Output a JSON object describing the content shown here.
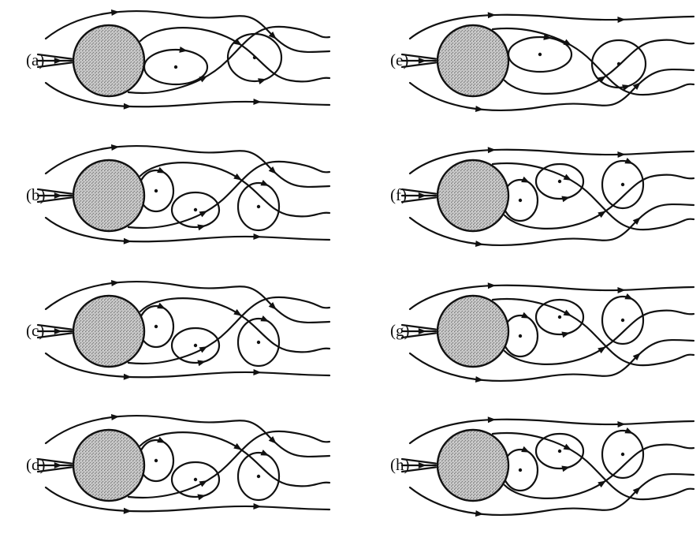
{
  "figure": {
    "colors": {
      "ink": "#111111",
      "cylinder": "#b8b8b8",
      "background": "#ffffff"
    },
    "panels": [
      {
        "label": "(a)",
        "vortices": 2,
        "phase": 1
      },
      {
        "label": "(b)",
        "vortices": 3,
        "phase": 1
      },
      {
        "label": "(c)",
        "vortices": 3,
        "phase": 1
      },
      {
        "label": "(d)",
        "vortices": 3,
        "phase": 1
      },
      {
        "label": "(e)",
        "vortices": 2,
        "phase": -1
      },
      {
        "label": "(f)",
        "vortices": 3,
        "phase": -1
      },
      {
        "label": "(g)",
        "vortices": 3,
        "phase": -1
      },
      {
        "label": "(h)",
        "vortices": 3,
        "phase": -1
      }
    ]
  }
}
